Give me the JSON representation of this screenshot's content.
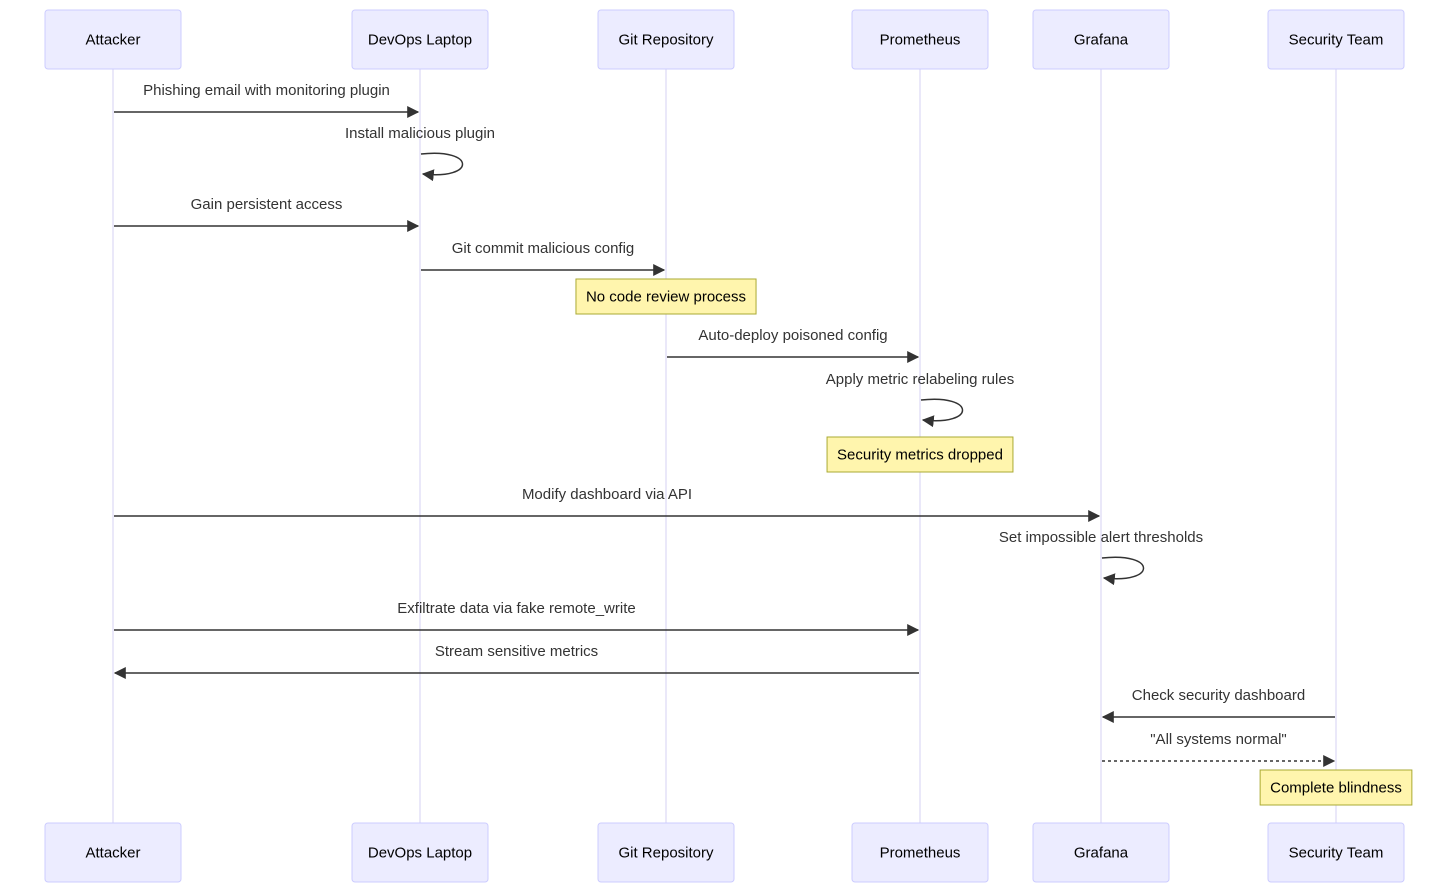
{
  "participants": [
    {
      "id": "attacker",
      "label": "Attacker"
    },
    {
      "id": "laptop",
      "label": "DevOps Laptop"
    },
    {
      "id": "git",
      "label": "Git Repository"
    },
    {
      "id": "prometheus",
      "label": "Prometheus"
    },
    {
      "id": "grafana",
      "label": "Grafana"
    },
    {
      "id": "security",
      "label": "Security Team"
    }
  ],
  "messages": [
    {
      "from": "attacker",
      "to": "laptop",
      "label": "Phishing email with monitoring plugin",
      "style": "solid"
    },
    {
      "from": "laptop",
      "to": "laptop",
      "label": "Install malicious plugin",
      "style": "solid"
    },
    {
      "from": "attacker",
      "to": "laptop",
      "label": "Gain persistent access",
      "style": "solid"
    },
    {
      "from": "laptop",
      "to": "git",
      "label": "Git commit malicious config",
      "style": "solid"
    },
    {
      "from": "git",
      "to": "prometheus",
      "label": "Auto-deploy poisoned config",
      "style": "solid"
    },
    {
      "from": "prometheus",
      "to": "prometheus",
      "label": "Apply metric relabeling rules",
      "style": "solid"
    },
    {
      "from": "attacker",
      "to": "grafana",
      "label": "Modify dashboard via API",
      "style": "solid"
    },
    {
      "from": "grafana",
      "to": "grafana",
      "label": "Set impossible alert thresholds",
      "style": "solid"
    },
    {
      "from": "attacker",
      "to": "prometheus",
      "label": "Exfiltrate data via fake remote_write",
      "style": "solid"
    },
    {
      "from": "prometheus",
      "to": "attacker",
      "label": "Stream sensitive metrics",
      "style": "solid"
    },
    {
      "from": "security",
      "to": "grafana",
      "label": "Check security dashboard",
      "style": "solid"
    },
    {
      "from": "grafana",
      "to": "security",
      "label": "\"All systems normal\"",
      "style": "dashed"
    }
  ],
  "notes": [
    {
      "over": "git",
      "label": "No code review process"
    },
    {
      "over": "prometheus",
      "label": "Security metrics dropped"
    },
    {
      "over": "security",
      "label": "Complete blindness"
    }
  ],
  "colors": {
    "actor_fill": "#ECECFF",
    "actor_stroke": "#CCCCFF",
    "lifeline": "#DCD8F5",
    "arrow": "#333333",
    "note_fill": "#FFF5AD",
    "note_stroke": "#AAAA33"
  }
}
